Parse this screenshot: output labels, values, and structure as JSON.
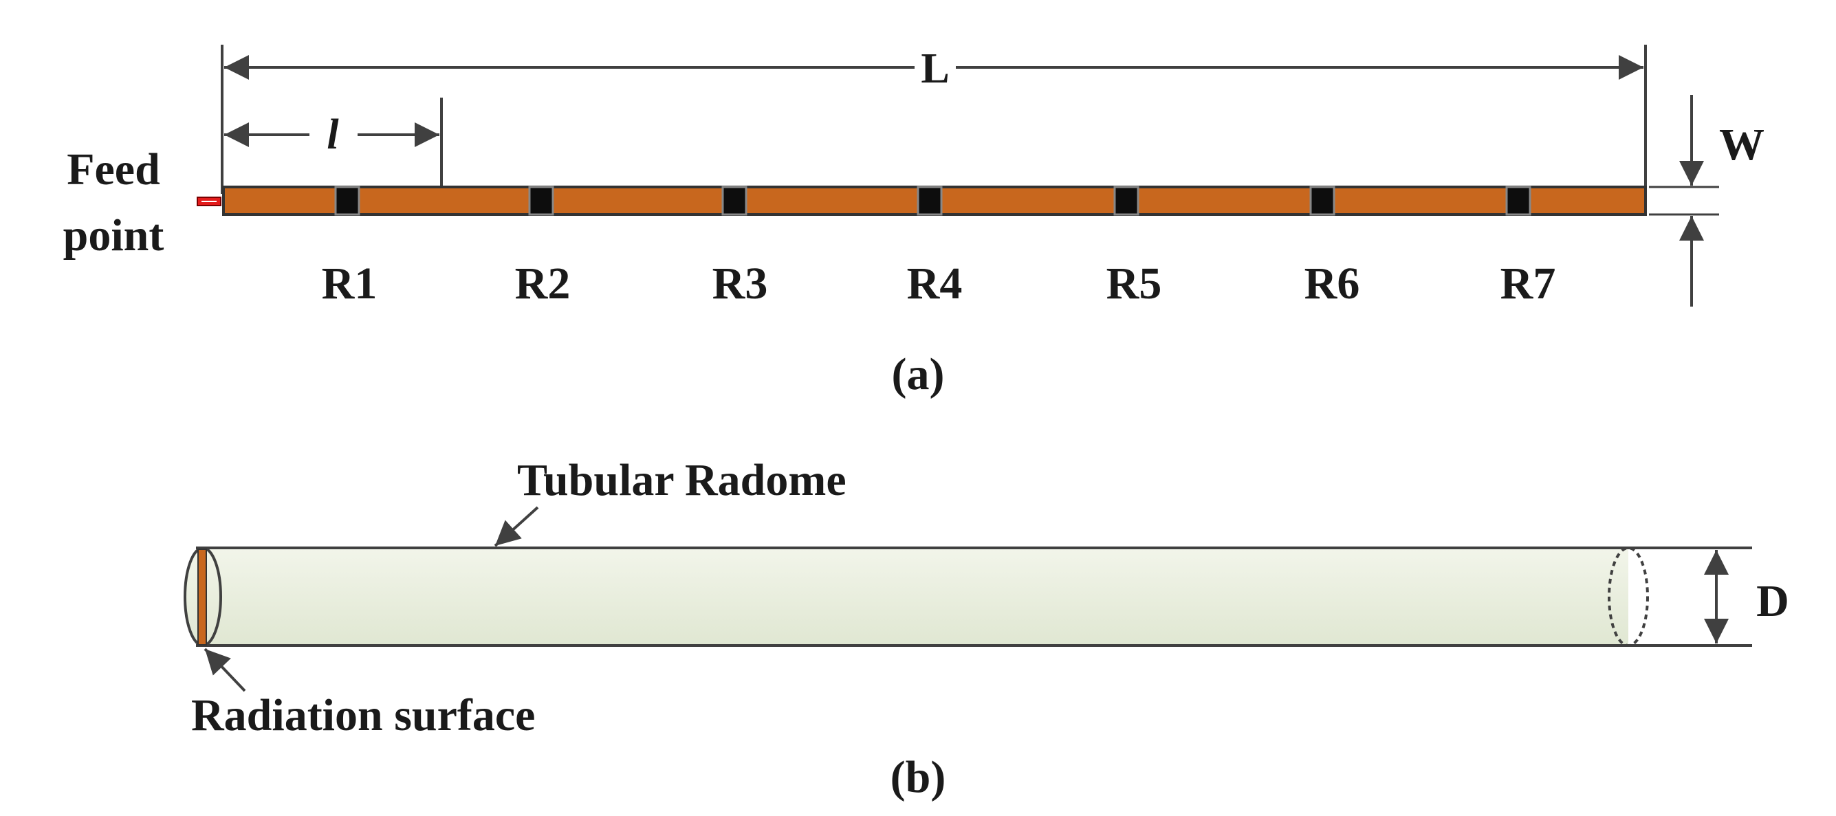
{
  "panel_a": {
    "feed_label_line1": "Feed",
    "feed_label_line2": "point",
    "length_label": "L",
    "segment_label": "l",
    "width_label": "W",
    "radiators": [
      "R1",
      "R2",
      "R3",
      "R4",
      "R5",
      "R6",
      "R7"
    ],
    "caption": "(a)",
    "strip_color": "#C8671E",
    "feed_color": "#E31B1B"
  },
  "panel_b": {
    "radome_label": "Tubular Radome",
    "radiation_label": "Radiation surface",
    "diameter_label": "D",
    "caption": "(b)",
    "radome_color": "#E8EDDC"
  }
}
